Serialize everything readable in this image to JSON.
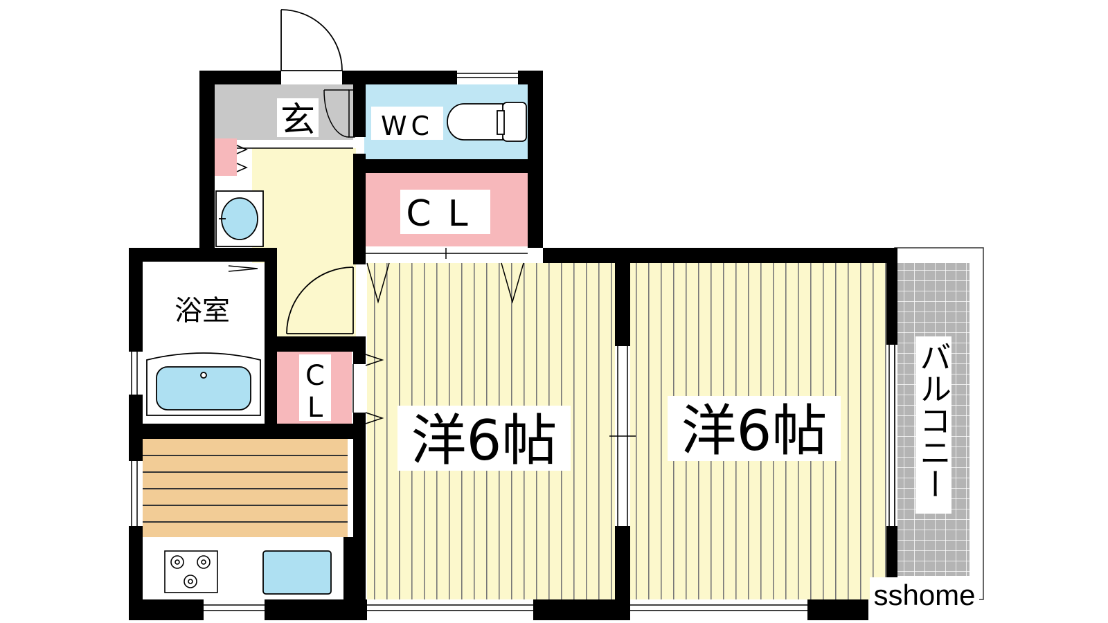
{
  "rooms": {
    "entrance": "玄",
    "wc": "WC",
    "closet_top": "CL",
    "bathroom": "浴室",
    "closet_small_top": "C",
    "closet_small_bottom": "L",
    "western_room_1": "洋6帖",
    "western_room_2": "洋6帖",
    "balcony": "バルコニー"
  },
  "brand": "sshome",
  "colors": {
    "wall": "#000000",
    "entrance_floor": "#c8c8c8",
    "wc": "#bfe6f4",
    "closet": "#f7b8bb",
    "hallway": "#fcf8cc",
    "room_floor": "#fcf8cc",
    "kitchen": "#f2cc96",
    "fixture": "#aee0f2",
    "balcony": "#b4b4b4"
  },
  "icons": [
    "door-swing-icon",
    "toilet-icon",
    "washbasin-icon",
    "bathtub-icon",
    "stove-icon",
    "sink-icon"
  ]
}
